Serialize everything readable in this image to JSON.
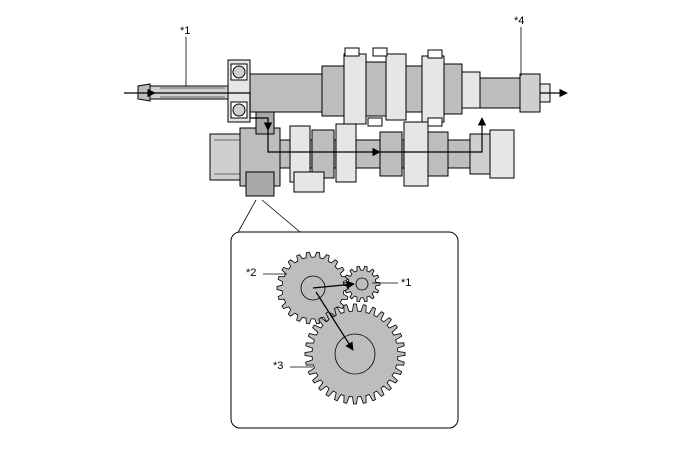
{
  "callouts": {
    "c1_top": "*1",
    "c4_top": "*4",
    "c2_detail": "*2",
    "c1_detail": "*1",
    "c3_detail": "*3"
  },
  "colors": {
    "part_fill": "#bdbdbd",
    "part_dark": "#a9a9a9",
    "part_light": "#e6e6e6",
    "line": "#000000",
    "background": "#ffffff"
  }
}
